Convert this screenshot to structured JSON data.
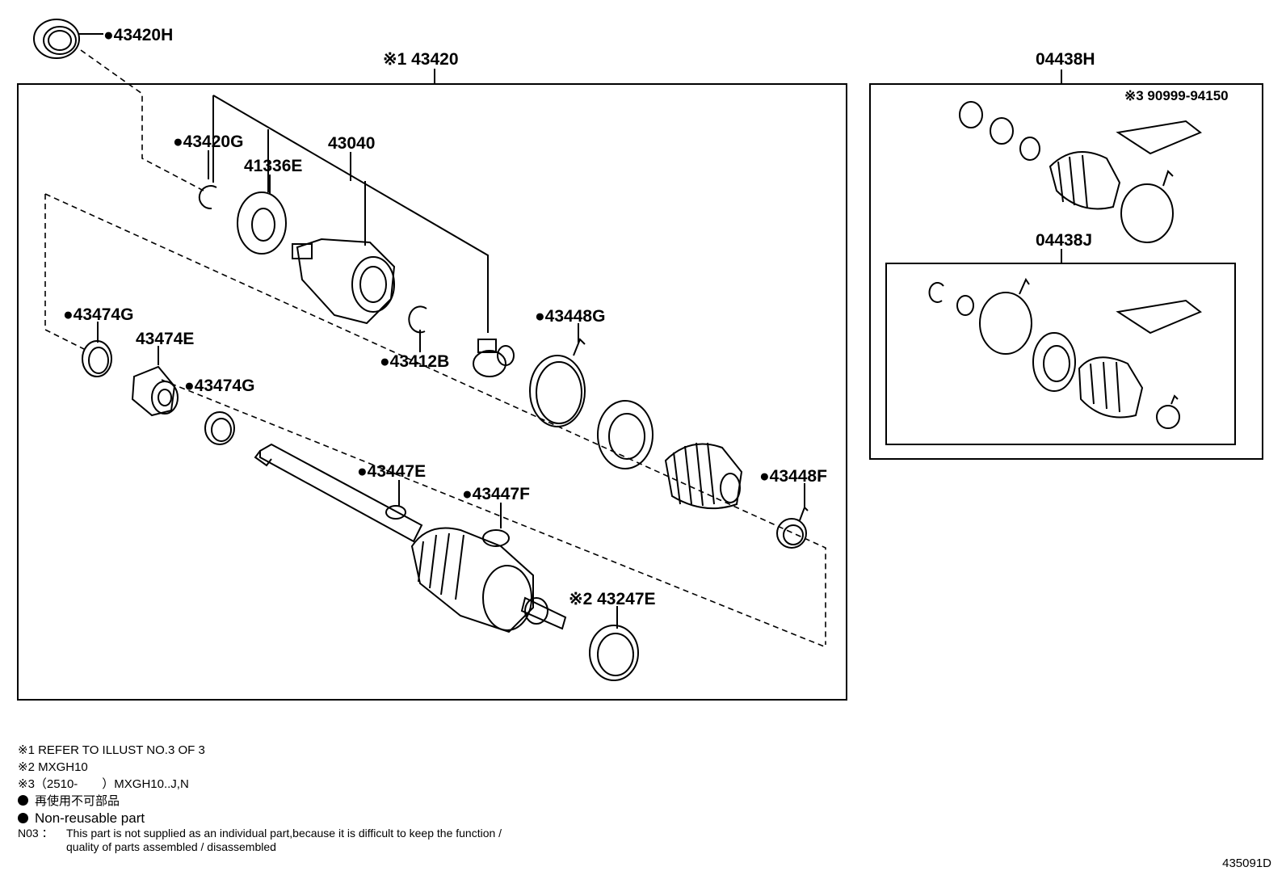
{
  "callouts": {
    "p43420H": "●43420H",
    "p43420": "※1 43420",
    "p43420G": "●43420G",
    "p41336E": "41336E",
    "p43040": "43040",
    "p43474G_top": "●43474G",
    "p43474E": "43474E",
    "p43474G_mid": "●43474G",
    "p43412B": "●43412B",
    "p43448G": "●43448G",
    "p43447E": "●43447E",
    "p43447F": "●43447F",
    "p43448F": "●43448F",
    "p43247E": "※2 43247E",
    "p04438H": "04438H",
    "p90999": "※3 90999-94150",
    "p04438J": "04438J"
  },
  "notes": {
    "n1": "※1 REFER TO ILLUST NO.3 OF 3",
    "n2": "※2 MXGH10",
    "n3": "※3（2510-　　）MXGH10..J,N",
    "n4": "再使用不可部品",
    "n5": "Non-reusable part",
    "n03_code": "N03 ：",
    "n03_line1": "This part is not supplied as an individual part,because it is difficult to keep the function /",
    "n03_line2": "quality of parts assembled / disassembled"
  },
  "figure_id": "435091D"
}
